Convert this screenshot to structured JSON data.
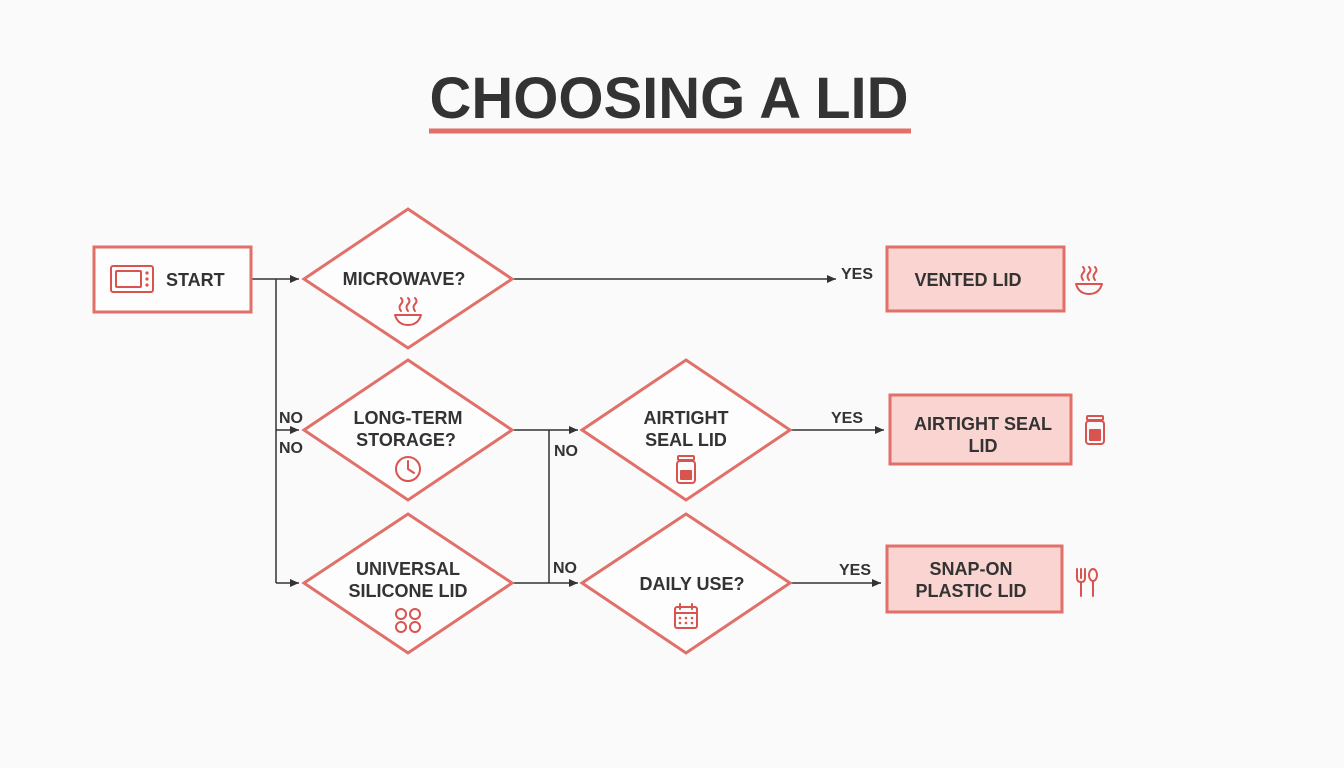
{
  "title": "CHOOSING A LID",
  "colors": {
    "accent": "#e07068",
    "result_fill": "#f9d4d0",
    "text": "#333333",
    "background": "#fafafa"
  },
  "nodes": {
    "start": {
      "label": "START",
      "icon": "microwave-icon"
    },
    "microwave": {
      "label": "MICROWAVE?",
      "icon": "steaming-bowl-icon"
    },
    "long_term": {
      "line1": "LONG-TERM",
      "line2": "STORAGE?",
      "icon": "clock-icon"
    },
    "universal": {
      "line1": "UNIVERSAL",
      "line2": "SILICONE LID",
      "icon": "four-circles-icon"
    },
    "airtight_q": {
      "line1": "AIRTIGHT",
      "line2": "SEAL LID",
      "icon": "jar-icon"
    },
    "daily_use": {
      "label": "DAILY USE?",
      "icon": "calendar-icon"
    },
    "vented": {
      "label": "VENTED LID",
      "icon": "steaming-bowl-icon"
    },
    "airtight_result": {
      "line1": "AIRTIGHT SEAL",
      "line2": "LID",
      "icon": "jar-icon"
    },
    "snap_on": {
      "line1": "SNAP-ON",
      "line2": "PLASTIC LID",
      "icon": "fork-spoon-icon"
    }
  },
  "edges": {
    "yes_microwave": "YES",
    "no_1": "NO",
    "no_2": "NO",
    "no_long_term": "NO",
    "no_airtight": "NO",
    "yes_airtight": "YES",
    "yes_daily": "YES"
  }
}
